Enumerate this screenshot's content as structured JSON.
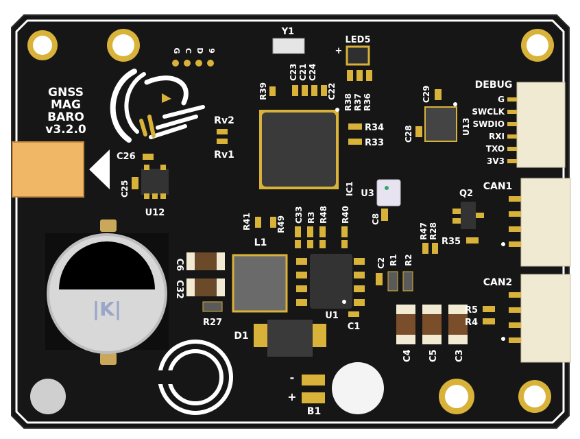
{
  "board": {
    "title_lines": [
      "GNSS",
      "MAG",
      "BARO",
      "v3.2.0"
    ],
    "pin_labels_top": [
      "9",
      "D",
      "C",
      "G"
    ]
  },
  "debug": {
    "header": "DEBUG",
    "pins": [
      "G",
      "SWCLK",
      "SWDIO",
      "RXI",
      "TXO",
      "3V3"
    ]
  },
  "can": {
    "can1": "CAN1",
    "can2": "CAN2"
  },
  "labels": {
    "Y1": "Y1",
    "LED5": "LED5",
    "led_plus": "+",
    "C23": "C23",
    "C21": "C21",
    "C24": "C24",
    "C22": "C22",
    "R39": "R39",
    "R38": "R38",
    "R37": "R37",
    "R36": "R36",
    "C29": "C29",
    "U13": "U13",
    "C28": "C28",
    "R34": "R34",
    "R33": "R33",
    "Rv2": "Rv2",
    "Rv1": "Rv1",
    "C26": "C26",
    "C25": "C25",
    "U12": "U12",
    "IC1": "IC1",
    "U3": "U3",
    "C8": "C8",
    "Q2": "Q2",
    "R47": "R47",
    "R28": "R28",
    "R35": "R35",
    "R41": "R41",
    "R49": "R49",
    "C33": "C33",
    "R3": "R3",
    "R48": "R48",
    "R40": "R40",
    "L1": "L1",
    "C6": "C6",
    "C32": "C32",
    "R27": "R27",
    "D1": "D1",
    "U1": "U1",
    "C2": "C2",
    "R1": "R1",
    "R2": "R2",
    "C1": "C1",
    "R5": "R5",
    "R4": "R4",
    "C4": "C4",
    "C5": "C5",
    "C3": "C3",
    "B1": "B1",
    "b1_minus": "-",
    "b1_plus": "+"
  },
  "colors": {
    "board": "#161616",
    "silk": "#ffffff",
    "gold": "#d9b23a",
    "connector": "#f1ead2",
    "ant": "#f0b866"
  }
}
